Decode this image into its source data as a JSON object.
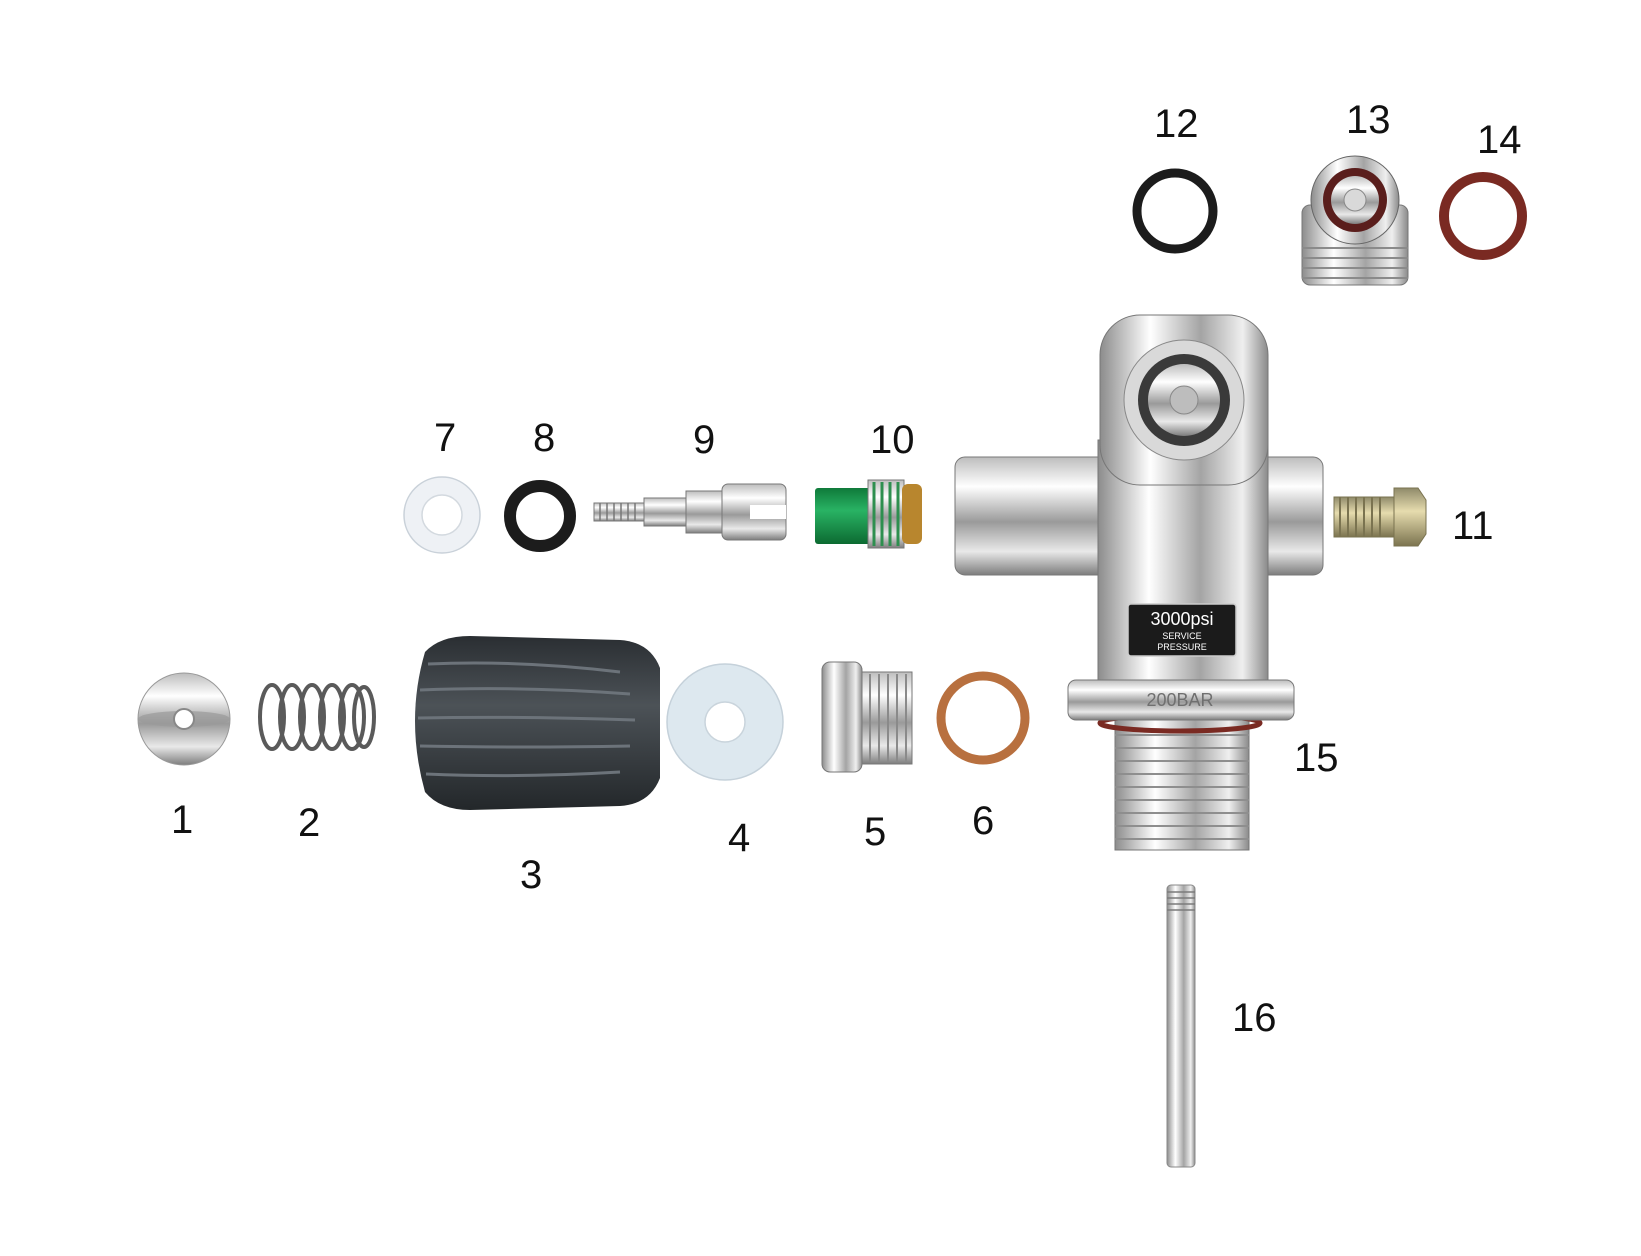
{
  "labels": {
    "n1": "1",
    "n2": "2",
    "n3": "3",
    "n4": "4",
    "n5": "5",
    "n6": "6",
    "n7": "7",
    "n8": "8",
    "n9": "9",
    "n10": "10",
    "n11": "11",
    "n12": "12",
    "n13": "13",
    "n14": "14",
    "n15": "15",
    "n16": "16"
  },
  "valve_markings": {
    "rating": "3000psi",
    "service_line1": "SERVICE",
    "service_line2": "PRESSURE",
    "bar": "200BAR"
  },
  "colors": {
    "chrome_light": "#f2f2f2",
    "chrome_dark": "#8a8a8a",
    "knob": "#3a3f44",
    "oring_black": "#1c1c1c",
    "oring_brown": "#7a2a22",
    "copper": "#b8703f",
    "teflon": "#dde8ef",
    "green": "#17924a",
    "brass": "#b9a87a"
  }
}
